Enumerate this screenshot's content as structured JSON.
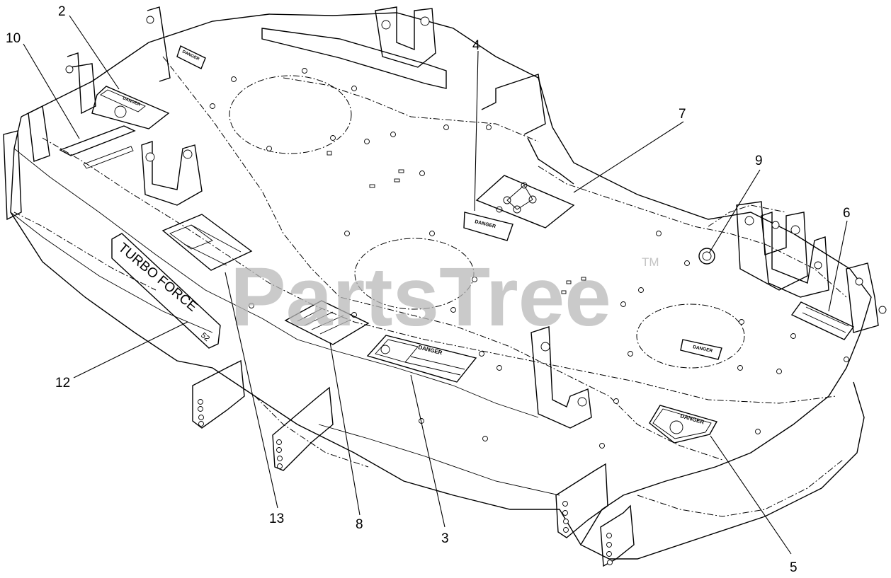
{
  "watermark": {
    "brand": "PartsTree",
    "trademark": "TM"
  },
  "callouts": {
    "c2": "2",
    "c3": "3",
    "c4": "4",
    "c5": "5",
    "c6": "6",
    "c7": "7",
    "c8": "8",
    "c9": "9",
    "c10": "10",
    "c12": "12",
    "c13": "13"
  },
  "decals": {
    "danger_label": "DANGER",
    "brand_plate_line1": "TURBO FORCE",
    "brand_plate_size": "52"
  }
}
